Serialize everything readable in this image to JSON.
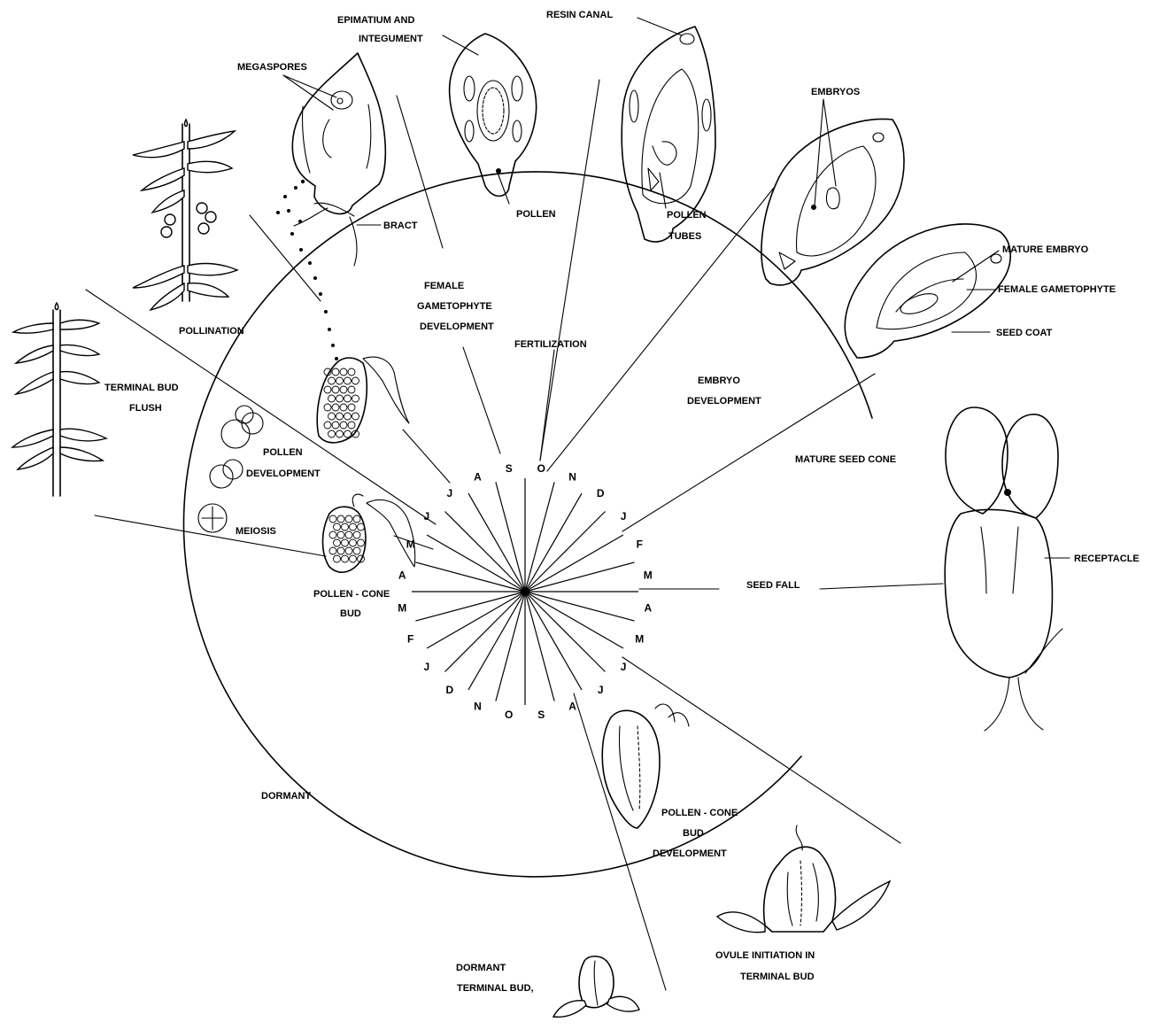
{
  "labels": {
    "epimatium": [
      "EPIMATIUM AND",
      "INTEGUMENT"
    ],
    "megaspores": "MEGASPORES",
    "resin_canal": "RESIN CANAL",
    "embryos": "EMBRYOS",
    "bract": "BRACT",
    "pollen": "POLLEN",
    "pollen_tubes": [
      "POLLEN",
      "TUBES"
    ],
    "mature_embryo": "MATURE EMBRYO",
    "female_gametophyte": "FEMALE GAMETOPHYTE",
    "seed_coat": "SEED COAT",
    "pollination": "POLLINATION",
    "female_gametophyte_development": [
      "FEMALE",
      "GAMETOPHYTE",
      "DEVELOPMENT"
    ],
    "fertilization": "FERTILIZATION",
    "embryo_development": [
      "EMBRYO",
      "DEVELOPMENT"
    ],
    "terminal_bud_flush": [
      "TERMINAL BUD",
      "FLUSH"
    ],
    "pollen_development": [
      "POLLEN",
      "DEVELOPMENT"
    ],
    "mature_seed_cone": "MATURE SEED CONE",
    "meiosis": "MEIOSIS",
    "pollen_cone_bud": [
      "POLLEN - CONE",
      "BUD"
    ],
    "seed_fall": "SEED FALL",
    "receptacle": "RECEPTACLE",
    "dormant": "DORMANT",
    "pollen_cone_bud_development": [
      "POLLEN - CONE",
      "BUD",
      "DEVELOPMENT"
    ],
    "ovule_initiation": [
      "OVULE INITIATION IN",
      "TERMINAL BUD"
    ],
    "dormant_terminal_bud": [
      "DORMANT",
      "TERMINAL BUD,"
    ]
  },
  "months": [
    "O",
    "N",
    "D",
    "J",
    "F",
    "M",
    "A",
    "M",
    "J",
    "J",
    "A",
    "S",
    "O",
    "N",
    "D",
    "J",
    "F",
    "M",
    "A",
    "M",
    "J",
    "J",
    "A",
    "S"
  ]
}
